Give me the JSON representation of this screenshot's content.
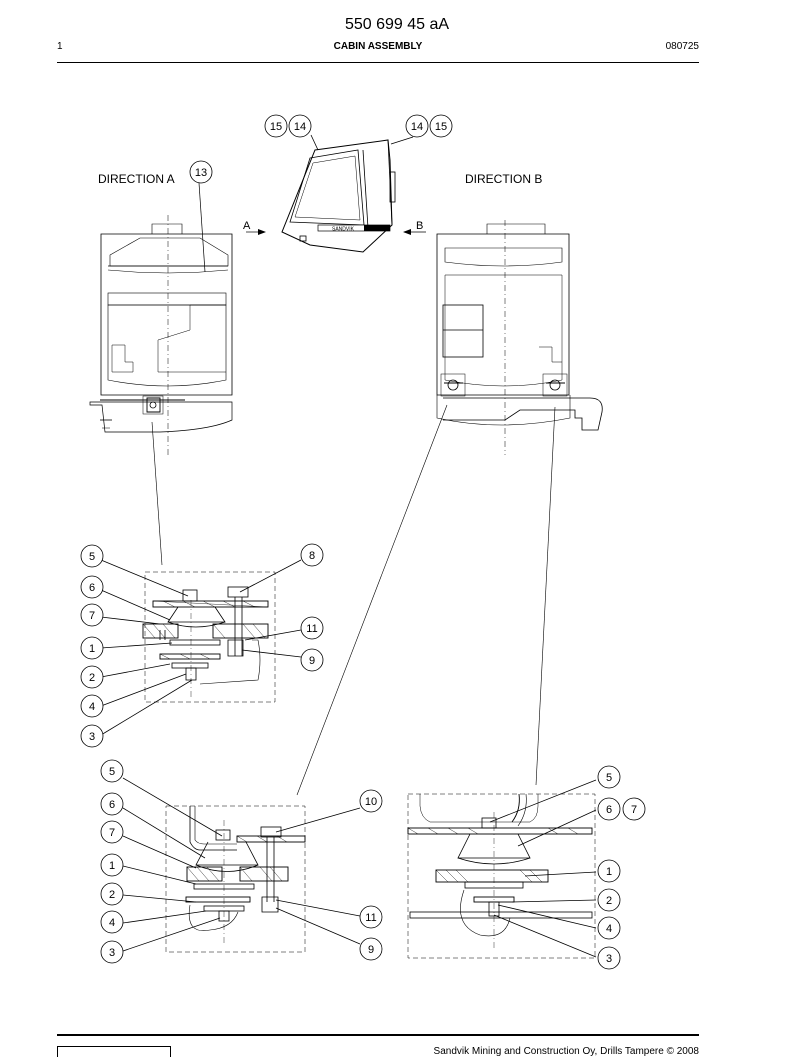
{
  "header": {
    "doc_number": "550 699 45 aA",
    "page": "1",
    "section": "CABIN ASSEMBLY",
    "date_code": "080725"
  },
  "views": {
    "direction_a": "DIRECTION A",
    "direction_b": "DIRECTION B",
    "arrow_a": "A",
    "arrow_b": "B",
    "brand_strip": "SANDVIK"
  },
  "callouts": {
    "c15a": "15",
    "c14a": "14",
    "c14b": "14",
    "c15b": "15",
    "c13": "13",
    "d1_5": "5",
    "d1_6": "6",
    "d1_7": "7",
    "d1_1": "1",
    "d1_2": "2",
    "d1_4": "4",
    "d1_3": "3",
    "d1_8": "8",
    "d1_11": "11",
    "d1_9": "9",
    "d2_5": "5",
    "d2_6": "6",
    "d2_7": "7",
    "d2_1": "1",
    "d2_2": "2",
    "d2_4": "4",
    "d2_3": "3",
    "d2_10": "10",
    "d2_11": "11",
    "d2_9": "9",
    "d3_5": "5",
    "d3_6": "6",
    "d3_7": "7",
    "d3_1": "1",
    "d3_2": "2",
    "d3_4": "4",
    "d3_3": "3"
  },
  "footer": {
    "copyright": "Sandvik Mining and Construction Oy, Drills Tampere © 2008"
  }
}
